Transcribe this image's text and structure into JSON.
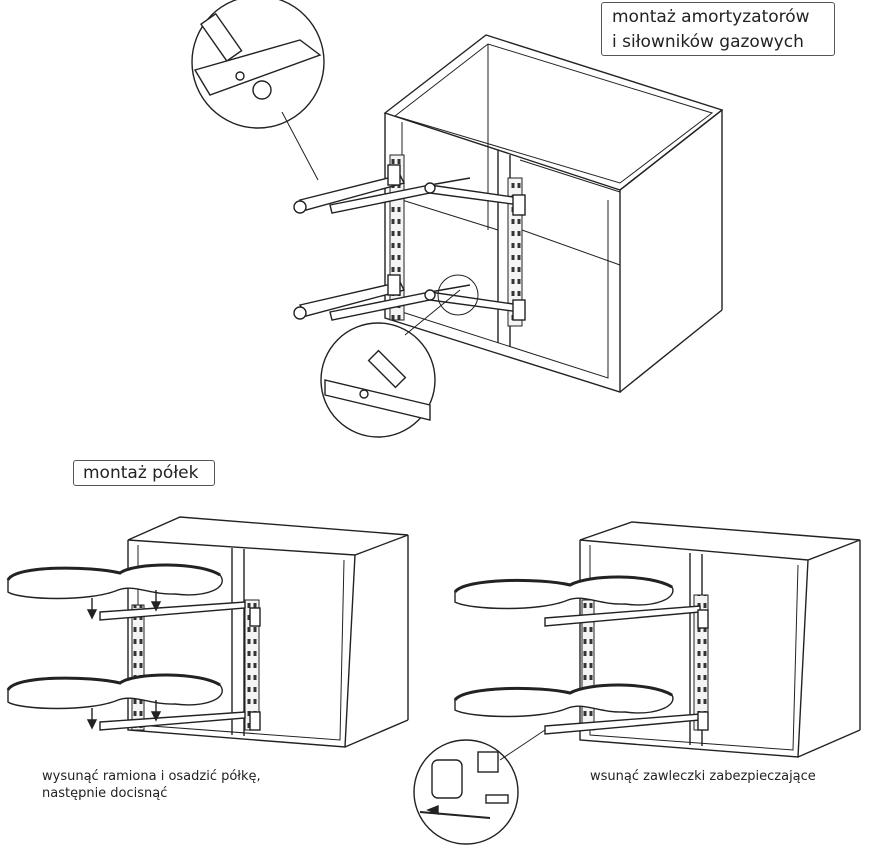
{
  "titles": {
    "shock_absorbers_line1": "montaż amortyzatorów",
    "shock_absorbers_line2": "i siłowników gazowych",
    "shelves": "montaż półek"
  },
  "captions": {
    "left_line1": "wysunąć ramiona i osadzić półkę,",
    "left_line2": "następnie docisnąć",
    "right": "wsunąć zawleczki zabezpieczające"
  }
}
